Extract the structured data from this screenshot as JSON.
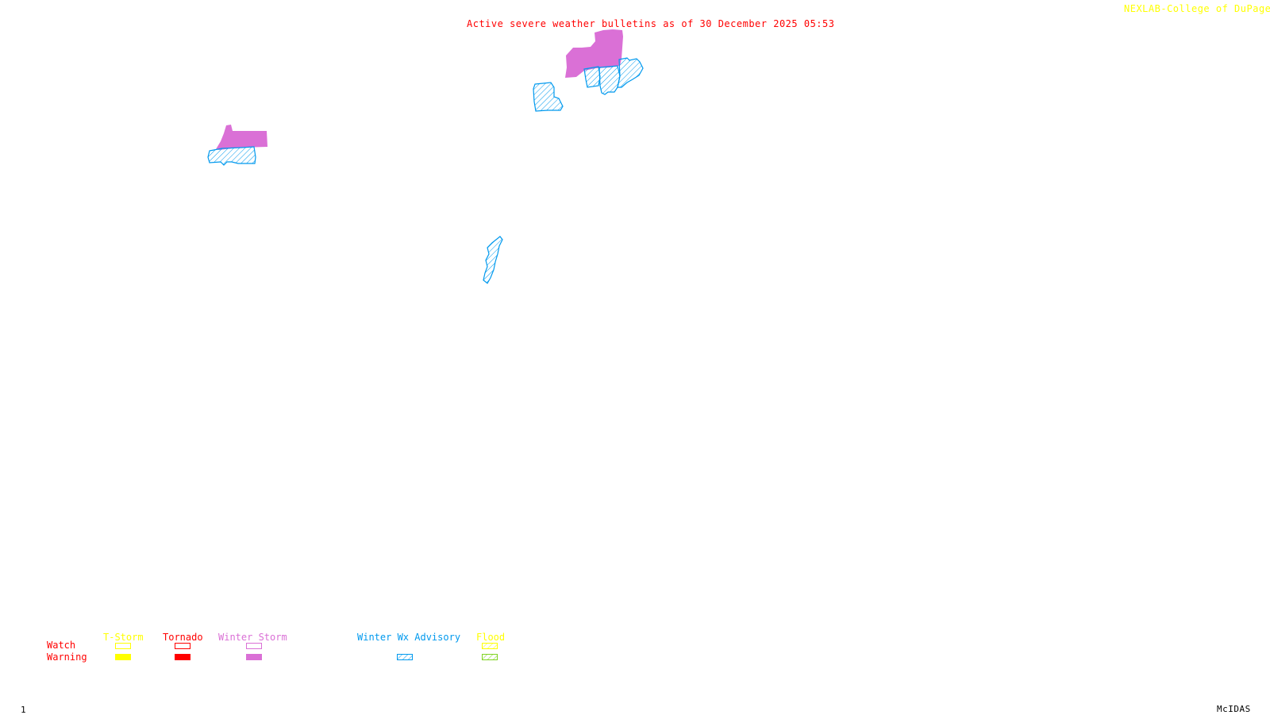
{
  "header": {
    "title": "Active severe weather bulletins as of 30 December 2025 05:53",
    "credit": "NEXLAB-College of DuPage"
  },
  "footer": {
    "frame_number": "1",
    "software": "McIDAS"
  },
  "colors": {
    "title": "#ff0000",
    "credit": "#ffff00",
    "tstorm": "#ffff00",
    "tornado": "#ff0000",
    "winter_storm": "#da70d6",
    "winter_wx_advisory": "#0099ee",
    "flood_watch": "#ffff00",
    "flood_warning": "#7fd320"
  },
  "legend": {
    "row_labels": {
      "watch": "Watch",
      "warning": "Warning"
    },
    "categories": [
      {
        "key": "tstorm",
        "label": "T-Storm",
        "has_watch": true,
        "has_warning": true,
        "watch_style": "outline",
        "warning_style": "solid"
      },
      {
        "key": "tornado",
        "label": "Tornado",
        "has_watch": true,
        "has_warning": true,
        "watch_style": "outline",
        "warning_style": "solid"
      },
      {
        "key": "winter_storm",
        "label": "Winter Storm",
        "has_watch": true,
        "has_warning": true,
        "watch_style": "outline",
        "warning_style": "solid"
      },
      {
        "key": "winter_wx_advisory",
        "label": "Winter Wx Advisory",
        "has_watch": false,
        "has_warning": true,
        "warning_style": "hatched"
      },
      {
        "key": "flood",
        "label": "Flood",
        "has_watch": true,
        "has_warning": true,
        "watch_style": "hatched",
        "warning_style": "hatched"
      }
    ]
  },
  "bulletins": [
    {
      "id": "winter-storm-warning-northeast",
      "type": "Winter Storm Warning",
      "style": "solid",
      "color_key": "winter_storm"
    },
    {
      "id": "winter-wx-advisory-northeast-a",
      "type": "Winter Wx Advisory",
      "style": "hatched",
      "color_key": "winter_wx_advisory"
    },
    {
      "id": "winter-wx-advisory-northeast-b",
      "type": "Winter Wx Advisory",
      "style": "hatched",
      "color_key": "winter_wx_advisory"
    },
    {
      "id": "winter-wx-advisory-northeast-c",
      "type": "Winter Wx Advisory",
      "style": "hatched",
      "color_key": "winter_wx_advisory"
    },
    {
      "id": "winter-wx-advisory-north-central",
      "type": "Winter Wx Advisory",
      "style": "hatched",
      "color_key": "winter_wx_advisory"
    },
    {
      "id": "winter-storm-warning-west",
      "type": "Winter Storm Warning",
      "style": "solid",
      "color_key": "winter_storm"
    },
    {
      "id": "winter-wx-advisory-west",
      "type": "Winter Wx Advisory",
      "style": "hatched",
      "color_key": "winter_wx_advisory"
    },
    {
      "id": "winter-wx-advisory-central",
      "type": "Winter Wx Advisory",
      "style": "hatched",
      "color_key": "winter_wx_advisory"
    }
  ]
}
